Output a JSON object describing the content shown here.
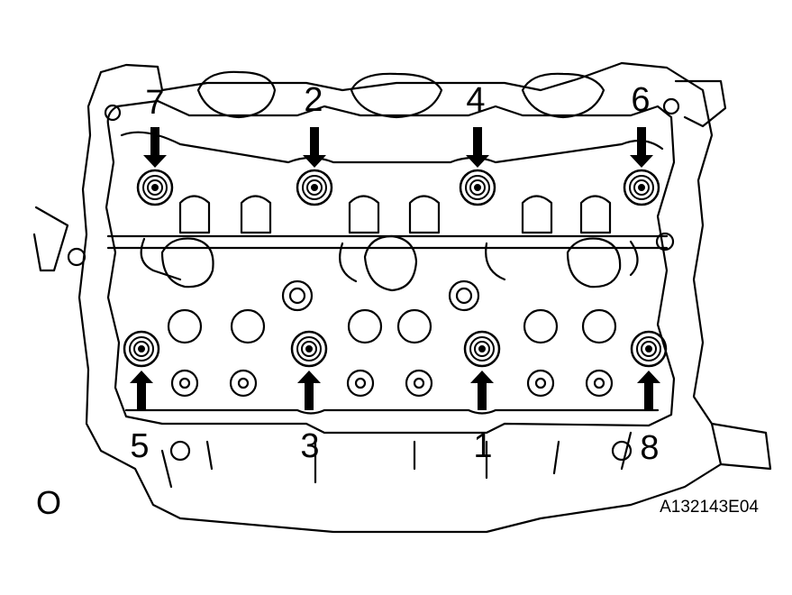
{
  "diagram": {
    "view_mark": "O",
    "figure_code": "A132143E04",
    "ink_color": "#000000",
    "paper_color": "#ffffff",
    "bolts": [
      {
        "label": "7",
        "row": "top",
        "arrow": "down"
      },
      {
        "label": "2",
        "row": "top",
        "arrow": "down"
      },
      {
        "label": "4",
        "row": "top",
        "arrow": "down"
      },
      {
        "label": "6",
        "row": "top",
        "arrow": "down"
      },
      {
        "label": "5",
        "row": "bottom",
        "arrow": "up"
      },
      {
        "label": "3",
        "row": "bottom",
        "arrow": "up"
      },
      {
        "label": "1",
        "row": "bottom",
        "arrow": "up"
      },
      {
        "label": "8",
        "row": "bottom",
        "arrow": "up"
      }
    ]
  }
}
